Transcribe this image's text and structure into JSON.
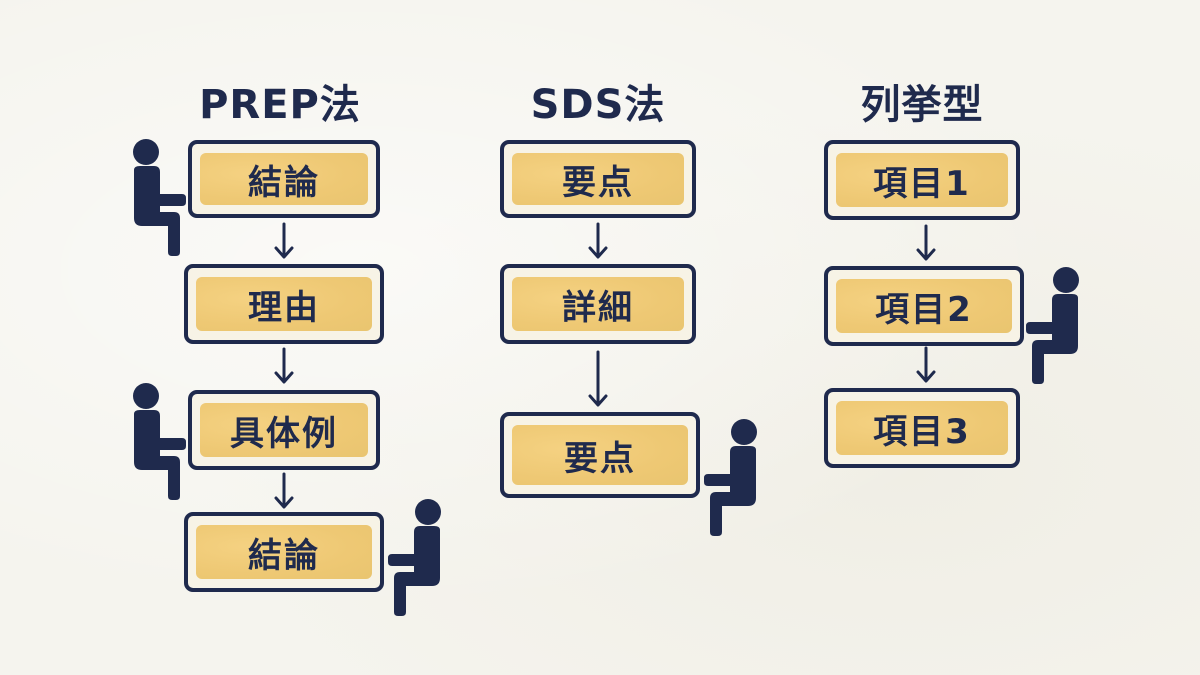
{
  "columns": [
    {
      "title": "PREP法",
      "boxes": [
        "結論",
        "理由",
        "具体例",
        "結論"
      ]
    },
    {
      "title": "SDS法",
      "boxes": [
        "要点",
        "詳細",
        "要点"
      ]
    },
    {
      "title": "列挙型",
      "boxes": [
        "項目1",
        "項目2",
        "項目3"
      ]
    }
  ],
  "colors": {
    "ink": "#1f2a4d",
    "box_fill": "#edc878",
    "background": "#f5f4ee"
  },
  "icons": [
    "seated-person-icon",
    "down-arrow-icon"
  ]
}
